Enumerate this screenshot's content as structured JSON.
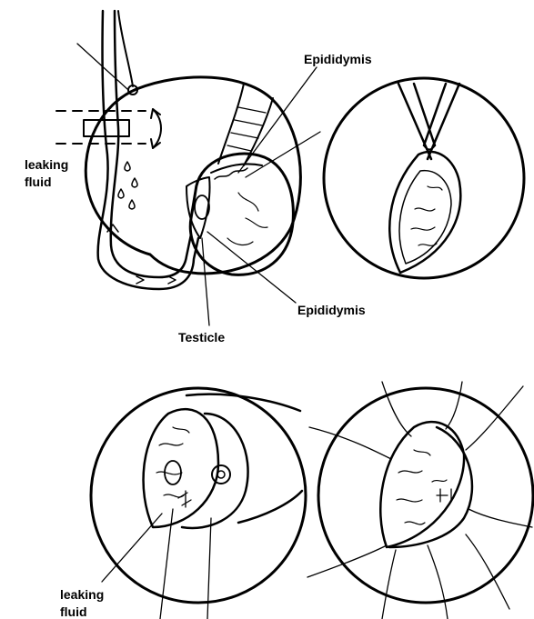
{
  "labels": {
    "epididymis_top": "Epididymis",
    "leaking_fluid_line1": "leaking",
    "leaking_fluid_line2": "fluid",
    "epididymis_bottom": "Epididymis",
    "testicle": "Testicle",
    "leaking_fluid_bottom_line1": "leaking",
    "leaking_fluid_bottom_line2": "fluid"
  },
  "colors": {
    "ink": "#000000",
    "background": "#ffffff"
  }
}
